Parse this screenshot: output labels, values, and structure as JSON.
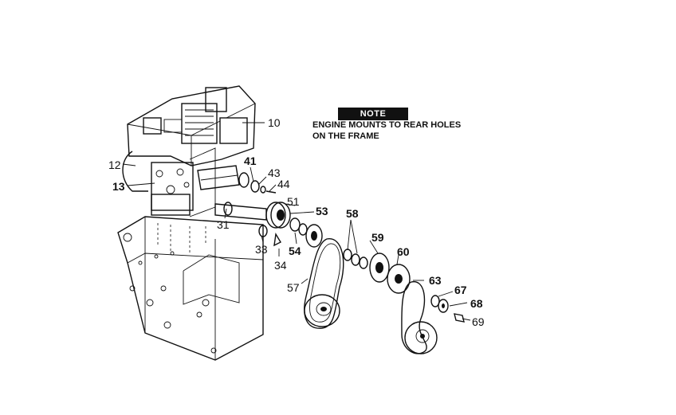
{
  "note": {
    "badge": "NOTE",
    "line1": "ENGINE MOUNTS TO REAR HOLES",
    "line2": "ON THE FRAME"
  },
  "part_labels": {
    "p10": "10",
    "p12": "12",
    "p13": "13",
    "p31": "31",
    "p33": "33",
    "p34": "34",
    "p41": "41",
    "p43": "43",
    "p44": "44",
    "p51": "51",
    "p53": "53",
    "p54": "54",
    "p57": "57",
    "p58": "58",
    "p59": "59",
    "p60": "60",
    "p63": "63",
    "p67": "67",
    "p68": "68",
    "p69": "69"
  }
}
